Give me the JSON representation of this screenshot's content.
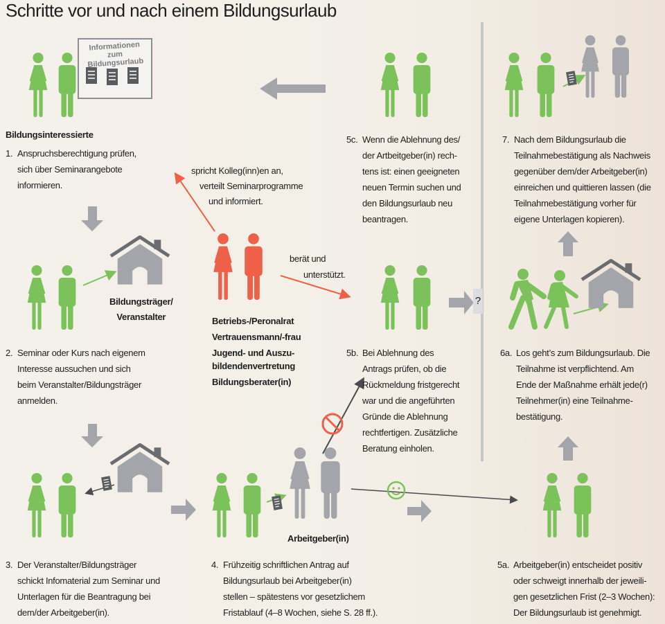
{
  "title": "Schritte vor und nach einem Bildungsurlaub",
  "board_text": "Informationen zum Bildungsurlaub",
  "groups": {
    "interested": "Bildungsinteressierte",
    "provider": "Bildungsträger/\nVeranstalter",
    "council": [
      "Betriebs-/Peronalrat",
      "Vertrauensmann/-frau",
      "Jugend- und Auszu-",
      "bildendenvertretung",
      "Bildungsberater(in)"
    ],
    "employer": "Arbeitgeber(in)"
  },
  "annotations": {
    "speaks": [
      "spricht Kolleg(inn)en an,",
      "verteilt Seminarprogramme",
      "und informiert."
    ],
    "advises": [
      "berät und",
      "unterstützt."
    ],
    "question": "?"
  },
  "steps": {
    "s1": {
      "num": "1.",
      "lines": [
        "Anspruchsberechtigung prüfen,",
        "sich über Seminarangebote",
        "informieren."
      ]
    },
    "s2": {
      "num": "2.",
      "lines": [
        "Seminar oder Kurs nach eigenem",
        "Interesse aussuchen und sich",
        "beim Veranstalter/Bildungsträger",
        "anmelden."
      ]
    },
    "s3": {
      "num": "3.",
      "lines": [
        "Der Veranstalter/Bildungsträger",
        "schickt Infomaterial zum Seminar und",
        "Unterlagen für die Beantragung bei",
        "dem/der Arbeitgeber(in)."
      ]
    },
    "s4": {
      "num": "4.",
      "lines": [
        "Frühzeitig schriftlichen Antrag auf",
        "Bildungsurlaub bei Arbeitgeber(in)",
        "stellen – spätestens vor gesetzlichem",
        "Fristablauf (4–8 Wochen, siehe S. 28 ff.)."
      ]
    },
    "s5a": {
      "num": "5a.",
      "lines": [
        "Arbeitgeber(in) entscheidet positiv",
        "oder schweigt innerhalb der jeweili-",
        "gen gesetzlichen Frist (2–3 Wochen):",
        "Der Bildungsurlaub ist genehmigt."
      ]
    },
    "s5b": {
      "num": "5b.",
      "lines": [
        "Bei Ablehnung des",
        "Antrags prüfen, ob die",
        "Rückmeldung fristgerecht",
        "war und die angeführten",
        "Gründe die Ablehnung",
        "rechtfertigen. Zusätzliche",
        "Beratung einholen."
      ]
    },
    "s5c": {
      "num": "5c.",
      "lines": [
        "Wenn die Ablehnung des/",
        "der Artbeitgeber(in) rech-",
        "tens ist: einen geeigneten",
        "neuen Termin suchen und",
        "den Bildungsurlaub neu",
        "beantragen."
      ]
    },
    "s6a": {
      "num": "6a.",
      "lines": [
        "Los geht’s zum Bildungsurlaub. Die",
        "Teilnahme ist verpflichtend. Am",
        "Ende der Maßnahme erhält jede(r)",
        "Teilnehmer(in) eine Teilnahme-",
        "bestätigung."
      ]
    },
    "s7": {
      "num": "7.",
      "lines": [
        "Nach dem Bildungsurlaub die",
        "Teilnahmebestätigung als Nachweis",
        "gegenüber dem/der Arbeitgeber(in)",
        "einreichen und quittieren lassen (die",
        "Teilnahmebestätigung vorher für",
        "eigene Unterlagen kopieren)."
      ]
    }
  },
  "colors": {
    "green": "#7cc25a",
    "red": "#ef6048",
    "gray": "#a3a5aa",
    "dark": "#4a4b4f"
  }
}
